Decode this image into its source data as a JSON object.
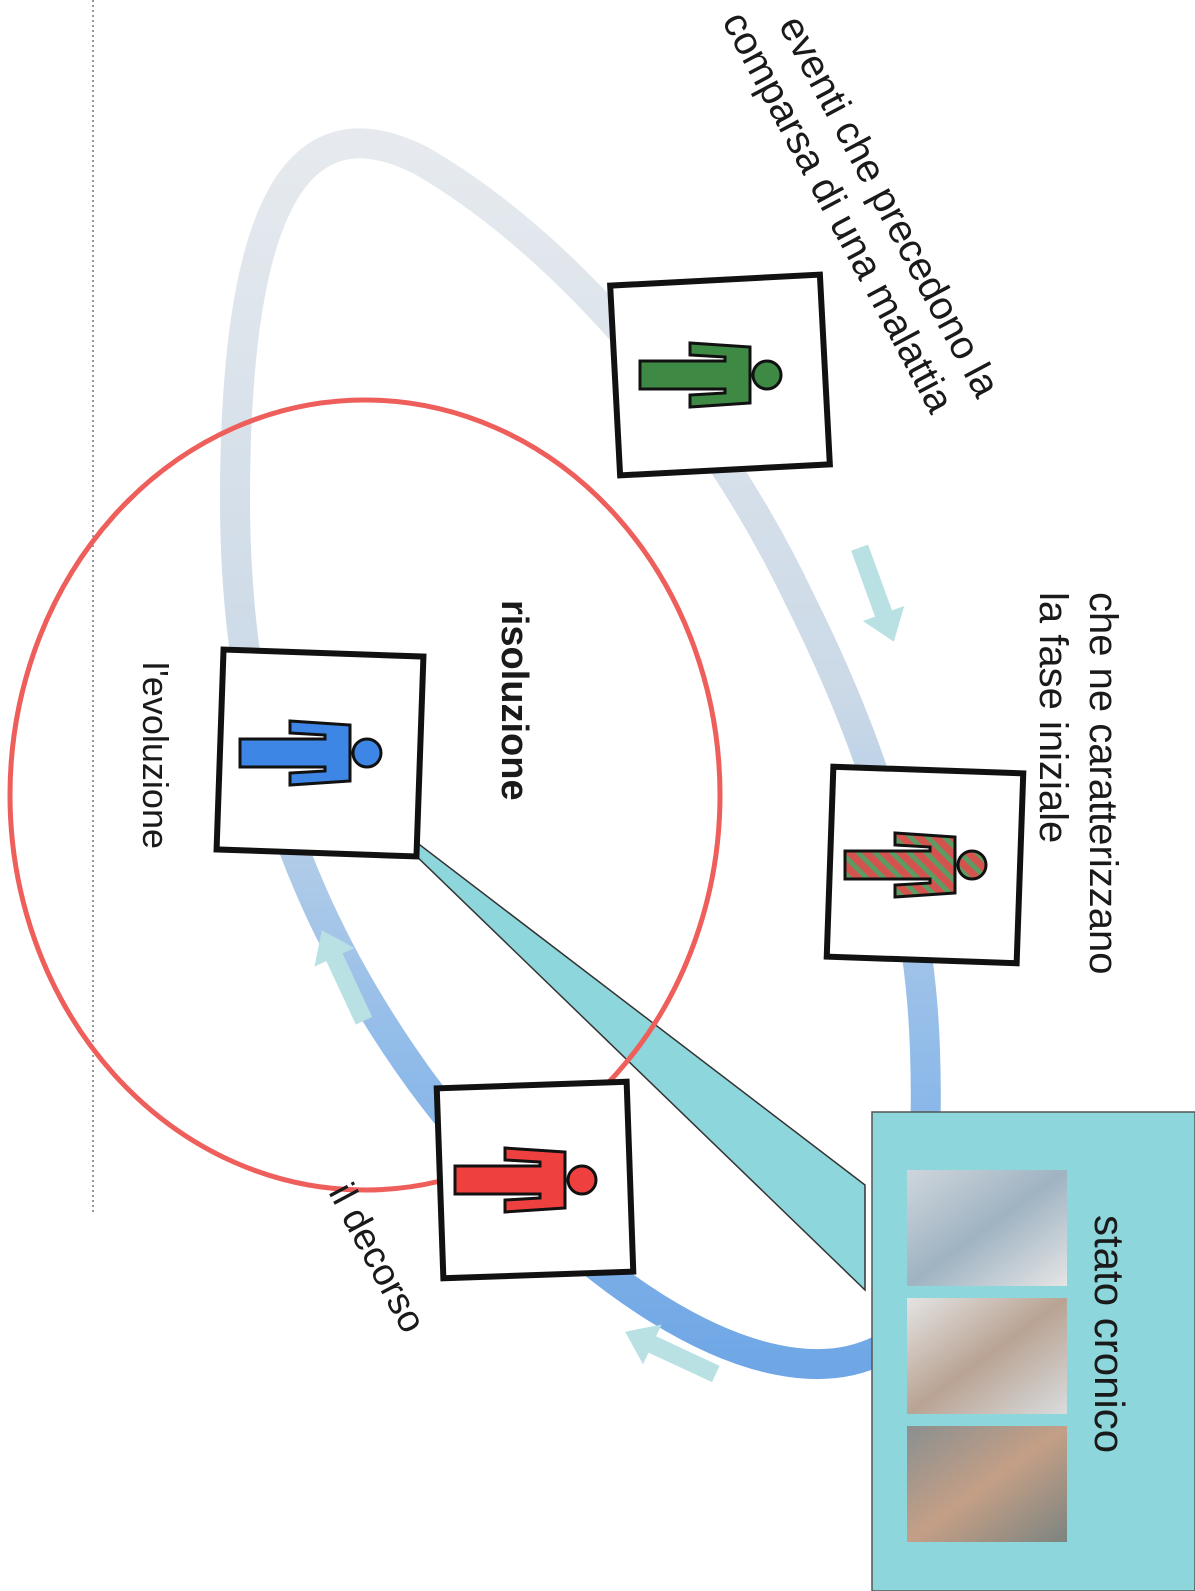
{
  "labels": {
    "pre_events_line1": "eventi che precedono la",
    "pre_events_line2": "comparsa di una malattia",
    "initial_line1": "che ne caratterizzano",
    "initial_line2": "la fase iniziale",
    "chronic": "stato cronico",
    "course": "il decorso",
    "resolution": "risoluzione",
    "evolution": "l'evoluzione"
  },
  "figures": [
    {
      "name": "pre-disease-figure",
      "color": "#3e8a45",
      "pattern": "solid"
    },
    {
      "name": "initial-phase-figure",
      "color": "#d4534e",
      "pattern": "striped-green"
    },
    {
      "name": "course-figure",
      "color": "#ef4040",
      "pattern": "solid"
    },
    {
      "name": "resolution-figure",
      "color": "#3d86e6",
      "pattern": "solid"
    }
  ],
  "colors": {
    "cycle_path_light": "#e3e8ee",
    "cycle_path_dark": "#6fa7e6",
    "highlight_circle": "#ee5f5b",
    "callout_fill": "#8dd6dc",
    "flow_arrow": "#b9e0e3",
    "frame": "#111111"
  },
  "photo_icons": [
    "patient-photo-icon",
    "elderly-patient-photo-icon",
    "hospital-patient-photo-icon"
  ]
}
